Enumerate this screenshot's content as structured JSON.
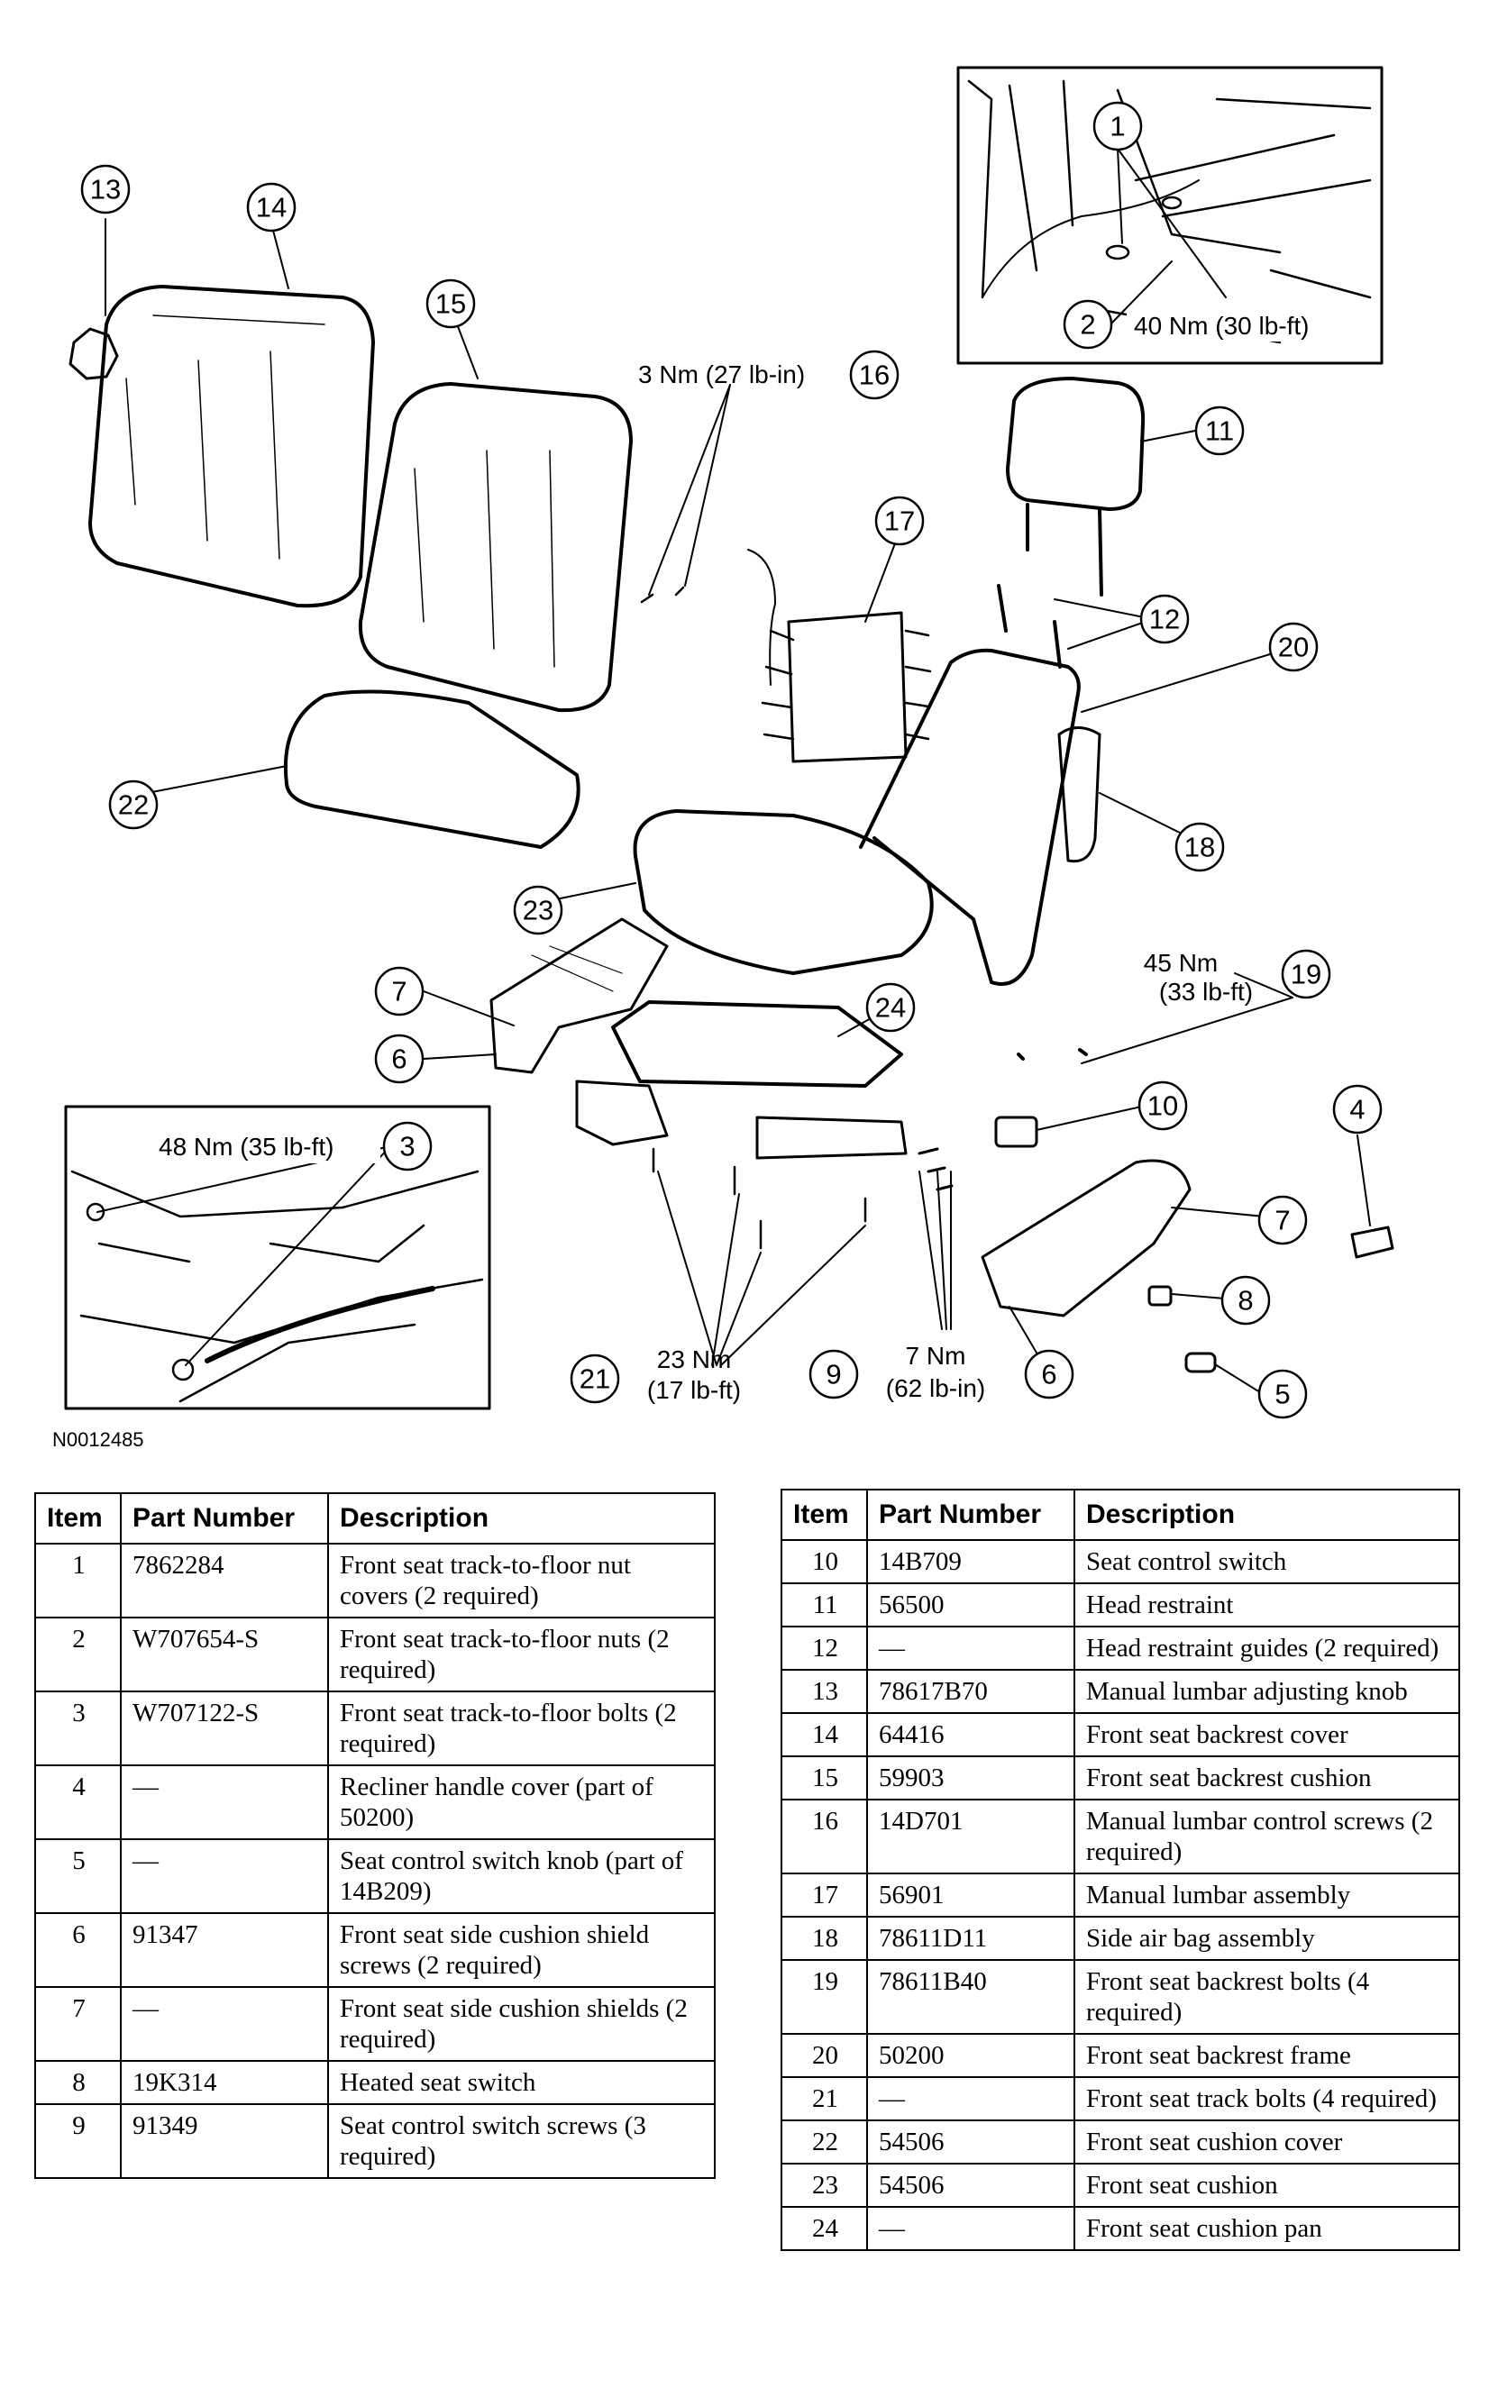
{
  "figure": {
    "id": "N0012485",
    "callouts": [
      "1",
      "2",
      "3",
      "4",
      "5",
      "6",
      "6",
      "7",
      "7",
      "8",
      "9",
      "10",
      "11",
      "12",
      "13",
      "14",
      "15",
      "16",
      "17",
      "18",
      "19",
      "20",
      "21",
      "22",
      "23",
      "24"
    ],
    "torque_specs": {
      "t2": "40 Nm (30 lb-ft)",
      "t3": "48 Nm (35 lb-ft)",
      "t16": "3 Nm (27 lb-in)",
      "t19_a": "45 Nm",
      "t19_b": "(33 lb-ft)",
      "t21_a": "23 Nm",
      "t21_b": "(17 lb-ft)",
      "t9_a": "7 Nm",
      "t9_b": "(62 lb-in)"
    }
  },
  "table_headers": {
    "item": "Item",
    "part_number": "Part Number",
    "description": "Description"
  },
  "parts_left": [
    {
      "item": "1",
      "part": "7862284",
      "desc": "Front seat track-to-floor nut covers (2 required)"
    },
    {
      "item": "2",
      "part": "W707654-S",
      "desc": "Front seat track-to-floor nuts (2 required)"
    },
    {
      "item": "3",
      "part": "W707122-S",
      "desc": "Front seat track-to-floor bolts (2 required)"
    },
    {
      "item": "4",
      "part": "—",
      "desc": "Recliner handle cover (part of 50200)"
    },
    {
      "item": "5",
      "part": "—",
      "desc": "Seat control switch knob (part of 14B209)"
    },
    {
      "item": "6",
      "part": "91347",
      "desc": "Front seat side cushion shield screws (2 required)"
    },
    {
      "item": "7",
      "part": "—",
      "desc": "Front seat side cushion shields (2 required)"
    },
    {
      "item": "8",
      "part": "19K314",
      "desc": "Heated seat switch"
    },
    {
      "item": "9",
      "part": "91349",
      "desc": "Seat control switch screws (3 required)"
    }
  ],
  "parts_right": [
    {
      "item": "10",
      "part": "14B709",
      "desc": "Seat control switch"
    },
    {
      "item": "11",
      "part": "56500",
      "desc": "Head restraint"
    },
    {
      "item": "12",
      "part": "—",
      "desc": "Head restraint guides (2 required)"
    },
    {
      "item": "13",
      "part": "78617B70",
      "desc": "Manual lumbar adjusting knob"
    },
    {
      "item": "14",
      "part": "64416",
      "desc": "Front seat backrest cover"
    },
    {
      "item": "15",
      "part": "59903",
      "desc": "Front seat backrest cushion"
    },
    {
      "item": "16",
      "part": "14D701",
      "desc": "Manual lumbar control screws (2 required)"
    },
    {
      "item": "17",
      "part": "56901",
      "desc": "Manual lumbar assembly"
    },
    {
      "item": "18",
      "part": "78611D11",
      "desc": "Side air bag assembly"
    },
    {
      "item": "19",
      "part": "78611B40",
      "desc": "Front seat backrest bolts (4 required)"
    },
    {
      "item": "20",
      "part": "50200",
      "desc": "Front seat backrest frame"
    },
    {
      "item": "21",
      "part": "—",
      "desc": "Front seat track bolts (4 required)"
    },
    {
      "item": "22",
      "part": "54506",
      "desc": "Front seat cushion cover"
    },
    {
      "item": "23",
      "part": "54506",
      "desc": "Front seat cushion"
    },
    {
      "item": "24",
      "part": "—",
      "desc": "Front seat cushion pan"
    }
  ]
}
